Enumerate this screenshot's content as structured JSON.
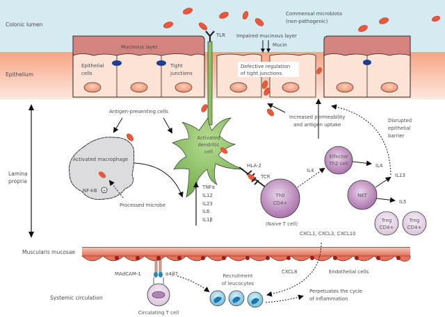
{
  "regions": {
    "colonic_lumen": "Colonic lumen",
    "epithelium": "Epithelium",
    "lamina_propria_1": "Lamina",
    "lamina_propria_2": "propria",
    "muscularis_mucosae": "Muscularis mucosae",
    "systemic_circulation": "Systemic circulation"
  },
  "epithelium": {
    "mucinous_layer": "Mucinous layer",
    "epithelial_cells_1": "Epithelial",
    "epithelial_cells_2": "cells",
    "tight_junctions_1": "Tight",
    "tight_junctions_2": "junctions",
    "tlr": "TLR",
    "impaired_mucinous_layer": "Impaired mucinous layer",
    "mucin": "Mucin",
    "defective_regulation_1": "Defective regulation",
    "defective_regulation_2": "of tight junctions",
    "commensal_1": "Commensal microbiota",
    "commensal_2": "(non-pathogenic)"
  },
  "lamina": {
    "antigen_presenting_cells": "Antigen-presenting cells",
    "activated_macrophage": "Activated macrophage",
    "nf_kb": "NF-kB",
    "processed_microbe": "Processed microbe",
    "dendritic_1": "Activated",
    "dendritic_2": "dendritic",
    "dendritic_3": "cell",
    "cytokines": [
      "TNFα",
      "IL12",
      "IL23",
      "IL6",
      "IL1β"
    ],
    "hla2": "HLA-2",
    "tcr": "TCR",
    "th0_1": "Th0",
    "th0_2": "CD4+",
    "naive_t_cell": "(Naive T cell)",
    "il4_left": "IL4",
    "effector_1": "Effector",
    "effector_2": "Th2 cell",
    "il4_right": "IL4",
    "il13": "IL13",
    "il5": "IL5",
    "nkt": "NKT",
    "treg_1": "Treg",
    "treg_2": "CD4+",
    "increased_perm_1": "Increased permeability",
    "increased_perm_2": "and antigen uptake",
    "disrupted_1": "Disrupted",
    "disrupted_2": "epithelial",
    "disrupted_3": "barrier",
    "cxcl": "CXCL1, CXCL3, CXCL10"
  },
  "circulation": {
    "madcam": "MAdCAM-1",
    "a4b7": "α4β7",
    "circulating_t": "Circulating T cell",
    "recruitment_1": "Recruitment",
    "recruitment_2": "of leucocytes",
    "cxcl8": "CXCL8",
    "endothelial": "Endothelial cells",
    "perpetuates_1": "Perpetuates the cycle",
    "perpetuates_2": "of inflammation"
  },
  "colors": {
    "lumen": "#d6eaf2",
    "epithelium_top": "#f6a383",
    "epithelium_bottom": "#fde3d7",
    "mucus": "#d4847f",
    "cell_fill": "#fde3d6",
    "nucleus": "#f3a283",
    "tight_junction": "#1e3f8f",
    "microbe": "#e8583a",
    "dendritic": "#8cc063",
    "macrophage": "#dcdcdf",
    "t_cell": "#b382b3",
    "treg": "#e5d3e5",
    "leucocyte": "#7ec4df",
    "vessel": "#e88f7a"
  }
}
